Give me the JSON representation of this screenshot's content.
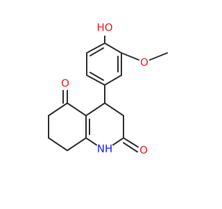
{
  "structure": {
    "atoms": {
      "hydroxyl": "HO",
      "methoxy_oxygen": "O",
      "ketone_oxygen": "O",
      "lactam_oxygen": "O",
      "amine": "NH"
    },
    "colors": {
      "bond": "#303030",
      "oxygen": "#e8242c",
      "nitrogen": "#1d1df0",
      "background": "#ffffff"
    }
  }
}
